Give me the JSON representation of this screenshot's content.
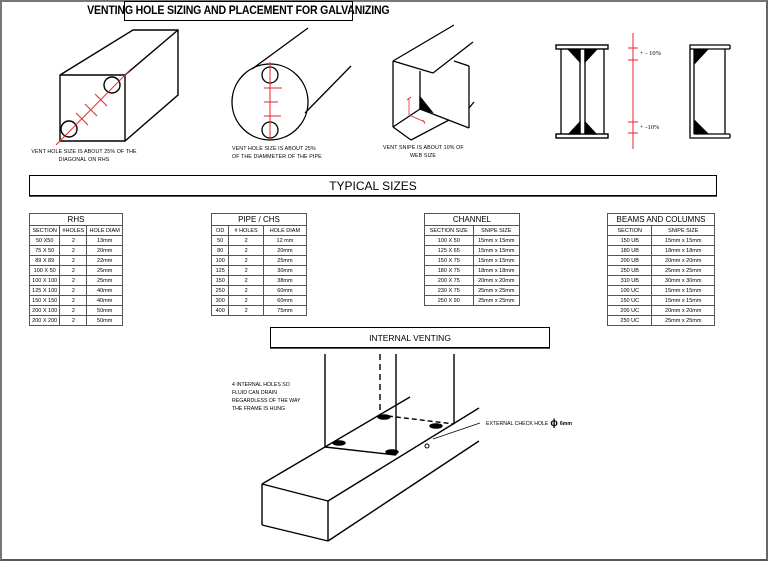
{
  "title": "VENTING HOLE SIZING AND PLACEMENT FOR GALVANIZING",
  "diagrams": {
    "rhs": {
      "caption_line1": "VENT HOLE SIZE IS ABOUT 25% OF THE",
      "caption_line2": "DIAGONAL ON RHS"
    },
    "pipe": {
      "caption_line1": "VENT HOLE SIZE IS ABOUT 25%",
      "caption_line2": "OF THE DIAMMETER OF THE PIPE"
    },
    "channel": {
      "caption_line1": "VENT SNIPE IS ABOUT 10% OF",
      "caption_line2": "WEB SIZE"
    },
    "beam": {
      "top_label": "+ - 10%",
      "bottom_label": "+ -10%"
    }
  },
  "typical_sizes_heading": "TYPICAL SIZES",
  "tables": {
    "rhs": {
      "title": "RHS",
      "columns": [
        "SECTION",
        "#HOLES",
        "HOLE DIAM"
      ],
      "rows": [
        [
          "50 X50",
          "2",
          "13mm"
        ],
        [
          "75 X 50",
          "2",
          "20mm"
        ],
        [
          "89 X 89",
          "2",
          "22mm"
        ],
        [
          "100 X 50",
          "2",
          "25mm"
        ],
        [
          "100 X 100",
          "2",
          "25mm"
        ],
        [
          "125 X 100",
          "2",
          "40mm"
        ],
        [
          "150 X 150",
          "2",
          "40mm"
        ],
        [
          "200 X 100",
          "2",
          "50mm"
        ],
        [
          "200 X 200",
          "2",
          "50mm"
        ]
      ]
    },
    "pipe": {
      "title": "PIPE / CHS",
      "columns": [
        "OD",
        "# HOLES",
        "HOLE DIAM"
      ],
      "rows": [
        [
          "50",
          "2",
          "12 mm"
        ],
        [
          "80",
          "2",
          "20mm"
        ],
        [
          "100",
          "2",
          "25mm"
        ],
        [
          "125",
          "2",
          "30mm"
        ],
        [
          "150",
          "2",
          "38mm"
        ],
        [
          "250",
          "2",
          "60mm"
        ],
        [
          "300",
          "2",
          "60mm"
        ],
        [
          "400",
          "2",
          "75mm"
        ]
      ]
    },
    "channel": {
      "title": "CHANNEL",
      "columns": [
        "SECTION SIZE",
        "SNIPE SIZE"
      ],
      "rows": [
        [
          "100 X 50",
          "15mm x 15mm"
        ],
        [
          "125 X 65",
          "15mm x 15mm"
        ],
        [
          "150 X 75",
          "15mm x 15mm"
        ],
        [
          "180 X 75",
          "18mm x 18mm"
        ],
        [
          "200 X 75",
          "20mm x 20mm"
        ],
        [
          "230 X 75",
          "25mm x 25mm"
        ],
        [
          "250 X 90",
          "25mm x 25mm"
        ]
      ]
    },
    "beams": {
      "title": "BEAMS AND COLUMNS",
      "columns": [
        "SECTION",
        "SNIPE SIZE"
      ],
      "rows": [
        [
          "150 UB",
          "15mm x 15mm"
        ],
        [
          "180 UB",
          "18mm x 18mm"
        ],
        [
          "200 UB",
          "20mm x 20mm"
        ],
        [
          "250 UB",
          "25mm x 25mm"
        ],
        [
          "310 UB",
          "30mm x 30mm"
        ],
        [
          "100 UC",
          "15mm x 15mm"
        ],
        [
          "150 UC",
          "15mm x 15mm"
        ],
        [
          "200 UC",
          "20mm x 20mm"
        ],
        [
          "250 UC",
          "25mm x 25mm"
        ]
      ]
    }
  },
  "internal_venting": {
    "heading": "INTERNAL VENTING",
    "note_lines": [
      "4 INTERNAL HOLES SO",
      "FLUID CAN DRAIN",
      "REGARDLESS OF THE WAY",
      "THE FRAME IS HUNG"
    ],
    "check_hole_label": "EXTERNAL CHECK HOLE",
    "check_hole_symbol": "ϕ",
    "check_hole_size": "6mm"
  },
  "colors": {
    "line": "#000000",
    "dimension": "#e8262b",
    "border": "#777777"
  }
}
